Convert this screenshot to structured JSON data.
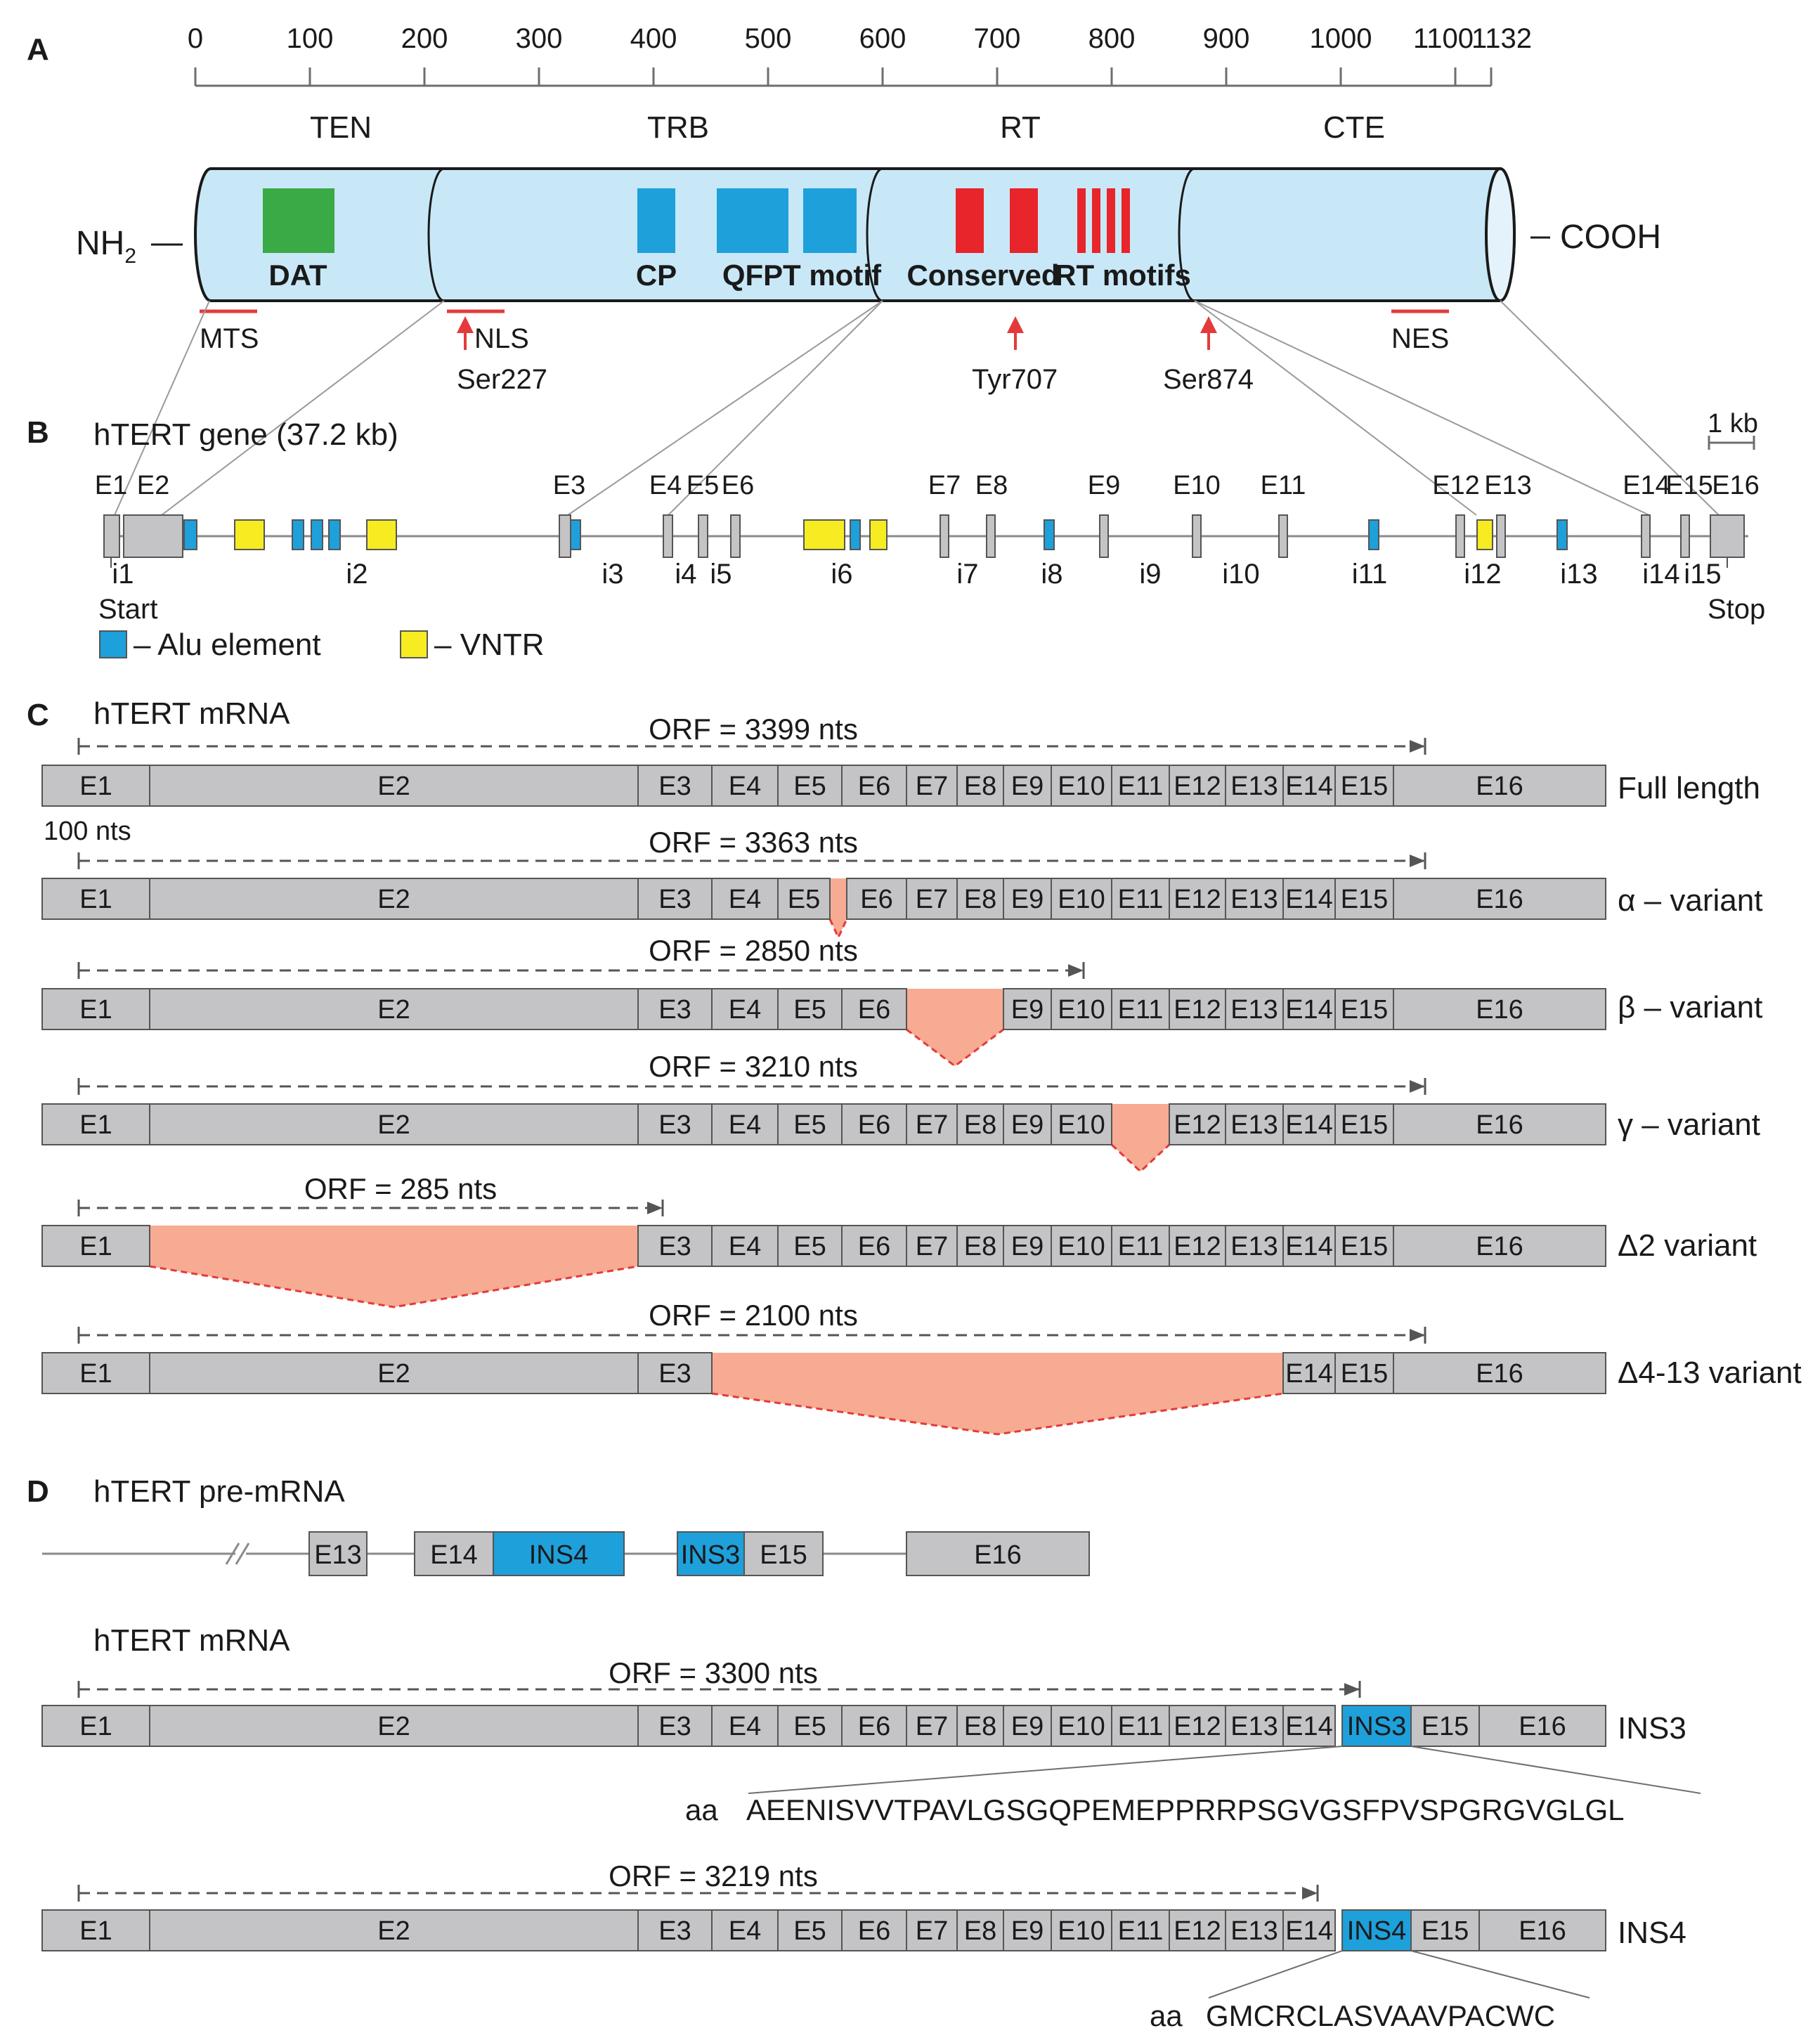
{
  "panels": {
    "a": "A",
    "b": "B",
    "c": "C",
    "d": "D"
  },
  "colors": {
    "cylinder": "#c9e8f7",
    "exon": "#c4c4c6",
    "alu": "#1ea0db",
    "vntr": "#f6ec21",
    "dat": "#3aaa47",
    "rt_motif": "#e7252b",
    "deletion": "#f7ab92",
    "signal": "#e43a3a"
  },
  "panelA": {
    "ticks": [
      "0",
      "100",
      "200",
      "300",
      "400",
      "500",
      "600",
      "700",
      "800",
      "900",
      "1000",
      "1100",
      "1132"
    ],
    "domains": [
      "TEN",
      "TRB",
      "RT",
      "CTE"
    ],
    "n_term": "NH",
    "n_term_sub": "2",
    "c_term": "COOH",
    "motifs": [
      "DAT",
      "CP",
      "QFP",
      "T motif",
      "Conserved",
      "RT motifs"
    ],
    "signals": [
      "MTS",
      "NLS",
      "NES"
    ],
    "sites": [
      "Ser227",
      "Tyr707",
      "Ser874"
    ]
  },
  "panelB": {
    "title": "hTERT gene (37.2 kb)",
    "scale": "1 kb",
    "exons": [
      "E1",
      "E2",
      "E3",
      "E4",
      "E5",
      "E6",
      "E7",
      "E8",
      "E9",
      "E10",
      "E11",
      "E12",
      "E13",
      "E14",
      "E15",
      "E16"
    ],
    "introns": [
      "i1",
      "i2",
      "i3",
      "i4",
      "i5",
      "i6",
      "i7",
      "i8",
      "i9",
      "i10",
      "i11",
      "i12",
      "i13",
      "i14",
      "i15"
    ],
    "start": "Start",
    "stop": "Stop",
    "legend_alu": "– Alu element",
    "legend_vntr": "– VNTR"
  },
  "panelC": {
    "title": "hTERT mRNA",
    "scale": "100 nts",
    "rows": [
      {
        "label": "Full length",
        "orf": "ORF = 3399 nts"
      },
      {
        "label": "α – variant",
        "orf": "ORF = 3363 nts"
      },
      {
        "label": "β – variant",
        "orf": "ORF = 2850 nts"
      },
      {
        "label": "γ – variant",
        "orf": "ORF = 3210 nts"
      },
      {
        "label": "Δ2 variant",
        "orf": "ORF = 285 nts"
      },
      {
        "label": "Δ4-13 variant",
        "orf": "ORF = 2100 nts"
      }
    ]
  },
  "panelD": {
    "pre_title": "hTERT pre-mRNA",
    "pre_boxes": [
      "E13",
      "E14",
      "INS4",
      "INS3",
      "E15",
      "E16"
    ],
    "mrna_title": "hTERT mRNA",
    "rows": [
      {
        "label": "INS3",
        "orf": "ORF = 3300 nts",
        "ins": "INS3",
        "aa_prefix": "aa",
        "aa_seq": "AEENISVVTPAVLGSGQPEMEPPRRPSGVGSFPVSPGRGVGLGL"
      },
      {
        "label": "INS4",
        "orf": "ORF = 3219 nts",
        "ins": "INS4",
        "aa_prefix": "aa",
        "aa_seq": "GMCRCLASVAAVPACWC"
      }
    ]
  }
}
